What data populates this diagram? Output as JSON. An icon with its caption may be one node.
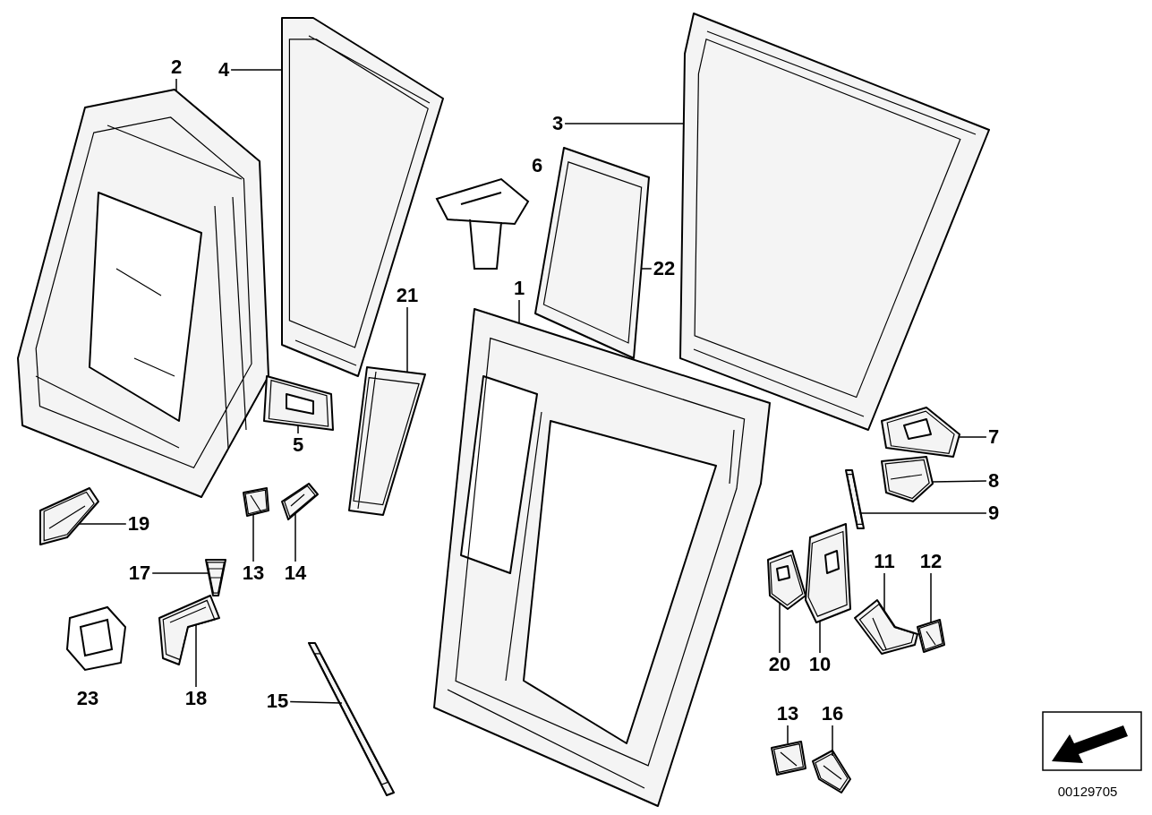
{
  "diagram": {
    "nodes": [
      {
        "text": [
          "2"
        ]
      },
      {
        "text": [
          "4"
        ]
      },
      {
        "text": [
          "3"
        ]
      },
      {
        "text": [
          "1"
        ]
      },
      {
        "text": [
          "22"
        ]
      },
      {
        "text": [
          "21"
        ]
      },
      {
        "text": [
          "7"
        ]
      },
      {
        "text": [
          "5"
        ]
      },
      {
        "text": [
          "8"
        ]
      },
      {
        "text": [
          "9"
        ]
      },
      {
        "text": [
          "19"
        ]
      },
      {
        "text": [
          "17"
        ]
      },
      {
        "text": [
          "13"
        ]
      },
      {
        "text": [
          "14"
        ]
      },
      {
        "text": [
          "11"
        ]
      },
      {
        "text": [
          "12"
        ]
      },
      {
        "text": [
          "20"
        ]
      },
      {
        "text": [
          "10"
        ]
      },
      {
        "text": [
          "18"
        ]
      },
      {
        "text": [
          "15"
        ]
      },
      {
        "text": [
          "13"
        ]
      },
      {
        "text": [
          "16"
        ]
      },
      {
        "text": [],
        "shape": "picture"
      },
      {
        "text": [],
        "shape": "picture"
      },
      {
        "text": [],
        "shape": "picture"
      },
      {
        "text": [],
        "shape": "picture"
      },
      {
        "text": [],
        "shape": "picture"
      },
      {
        "text": [],
        "shape": "picture"
      },
      {
        "text": [],
        "shape": "picture"
      },
      {
        "text": [],
        "shape": "picture"
      },
      {
        "text": [],
        "shape": "picture"
      },
      {
        "text": [],
        "shape": "picture"
      },
      {
        "text": [],
        "shape": "picture"
      },
      {
        "text": [],
        "shape": "picture"
      },
      {
        "text": [],
        "shape": "picture"
      },
      {
        "text": [],
        "shape": "picture"
      },
      {
        "text": [],
        "shape": "picture"
      },
      {
        "text": [],
        "shape": "picture"
      },
      {
        "text": [],
        "shape": "picture"
      },
      {
        "text": [],
        "shape": "picture"
      },
      {
        "text": [],
        "shape": "picture"
      },
      {
        "text": [],
        "shape": "picture"
      },
      {
        "text": [],
        "shape": "picture"
      },
      {
        "text": [],
        "shape": "picture"
      }
    ],
    "edges": [
      {
        "from": 0,
        "to": 22,
        "arrow": "none"
      },
      {
        "from": 1,
        "to": 23,
        "arrow": "none"
      },
      {
        "from": 2,
        "to": 24,
        "arrow": "none"
      },
      {
        "from": 3,
        "to": 25,
        "arrow": "none"
      },
      {
        "from": 4,
        "to": 26,
        "arrow": "none"
      },
      {
        "from": 5,
        "to": 27,
        "arrow": "none"
      },
      {
        "from": 6,
        "to": 28,
        "arrow": "none"
      },
      {
        "from": 7,
        "to": 29,
        "arrow": "none"
      },
      {
        "from": 8,
        "to": 30,
        "arrow": "none"
      },
      {
        "from": 9,
        "to": 31,
        "arrow": "none"
      },
      {
        "from": 10,
        "to": 32,
        "arrow": "none"
      },
      {
        "from": 11,
        "to": 33,
        "arrow": "none"
      },
      {
        "from": 12,
        "to": 34,
        "arrow": "none"
      },
      {
        "from": 13,
        "to": 35,
        "arrow": "none"
      },
      {
        "from": 14,
        "to": 36,
        "arrow": "none"
      },
      {
        "from": 15,
        "to": 37,
        "arrow": "none"
      },
      {
        "from": 16,
        "to": 38,
        "arrow": "none"
      },
      {
        "from": 17,
        "to": 39,
        "arrow": "none"
      },
      {
        "from": 18,
        "to": 40,
        "arrow": "none"
      },
      {
        "from": 19,
        "to": 41,
        "arrow": "none"
      },
      {
        "from": 20,
        "to": 42,
        "arrow": "none"
      },
      {
        "from": 21,
        "to": 43,
        "arrow": "none"
      }
    ],
    "labels": [
      "6",
      "23",
      "00129705"
    ]
  }
}
